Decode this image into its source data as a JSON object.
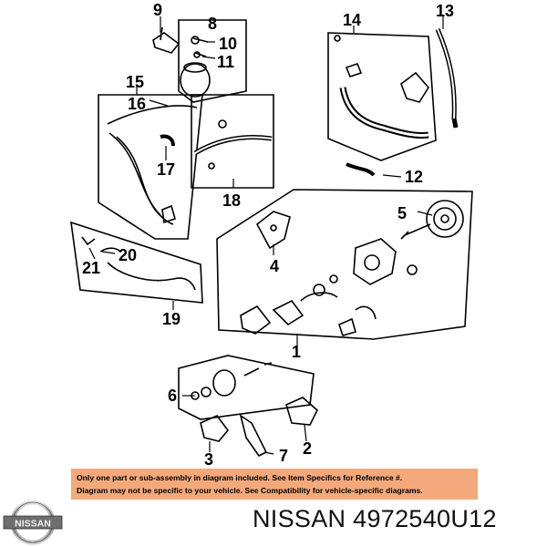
{
  "callouts": [
    {
      "id": "c1",
      "label": "1"
    },
    {
      "id": "c2",
      "label": "2"
    },
    {
      "id": "c3",
      "label": "3"
    },
    {
      "id": "c4",
      "label": "4"
    },
    {
      "id": "c5",
      "label": "5"
    },
    {
      "id": "c6",
      "label": "6"
    },
    {
      "id": "c7",
      "label": "7"
    },
    {
      "id": "c8",
      "label": "8"
    },
    {
      "id": "c9",
      "label": "9"
    },
    {
      "id": "c10",
      "label": "10"
    },
    {
      "id": "c11",
      "label": "11"
    },
    {
      "id": "c12",
      "label": "12"
    },
    {
      "id": "c13",
      "label": "13"
    },
    {
      "id": "c14",
      "label": "14"
    },
    {
      "id": "c15",
      "label": "15"
    },
    {
      "id": "c16",
      "label": "16"
    },
    {
      "id": "c17",
      "label": "17"
    },
    {
      "id": "c18",
      "label": "18"
    },
    {
      "id": "c19",
      "label": "19"
    },
    {
      "id": "c20",
      "label": "20"
    },
    {
      "id": "c21",
      "label": "21"
    }
  ],
  "notice": {
    "line1": "Only one part or sub-assembly in diagram included. See Item Specifics for Reference #.",
    "line2": "Diagram may not be specific to your vehicle. See Compatibility for vehicle-specific diagrams."
  },
  "logo": {
    "text": "NISSAN"
  },
  "part": {
    "text": "NISSAN 4972540U12"
  },
  "colors": {
    "notice_bg": "#f3a97c",
    "ink": "#000000"
  }
}
